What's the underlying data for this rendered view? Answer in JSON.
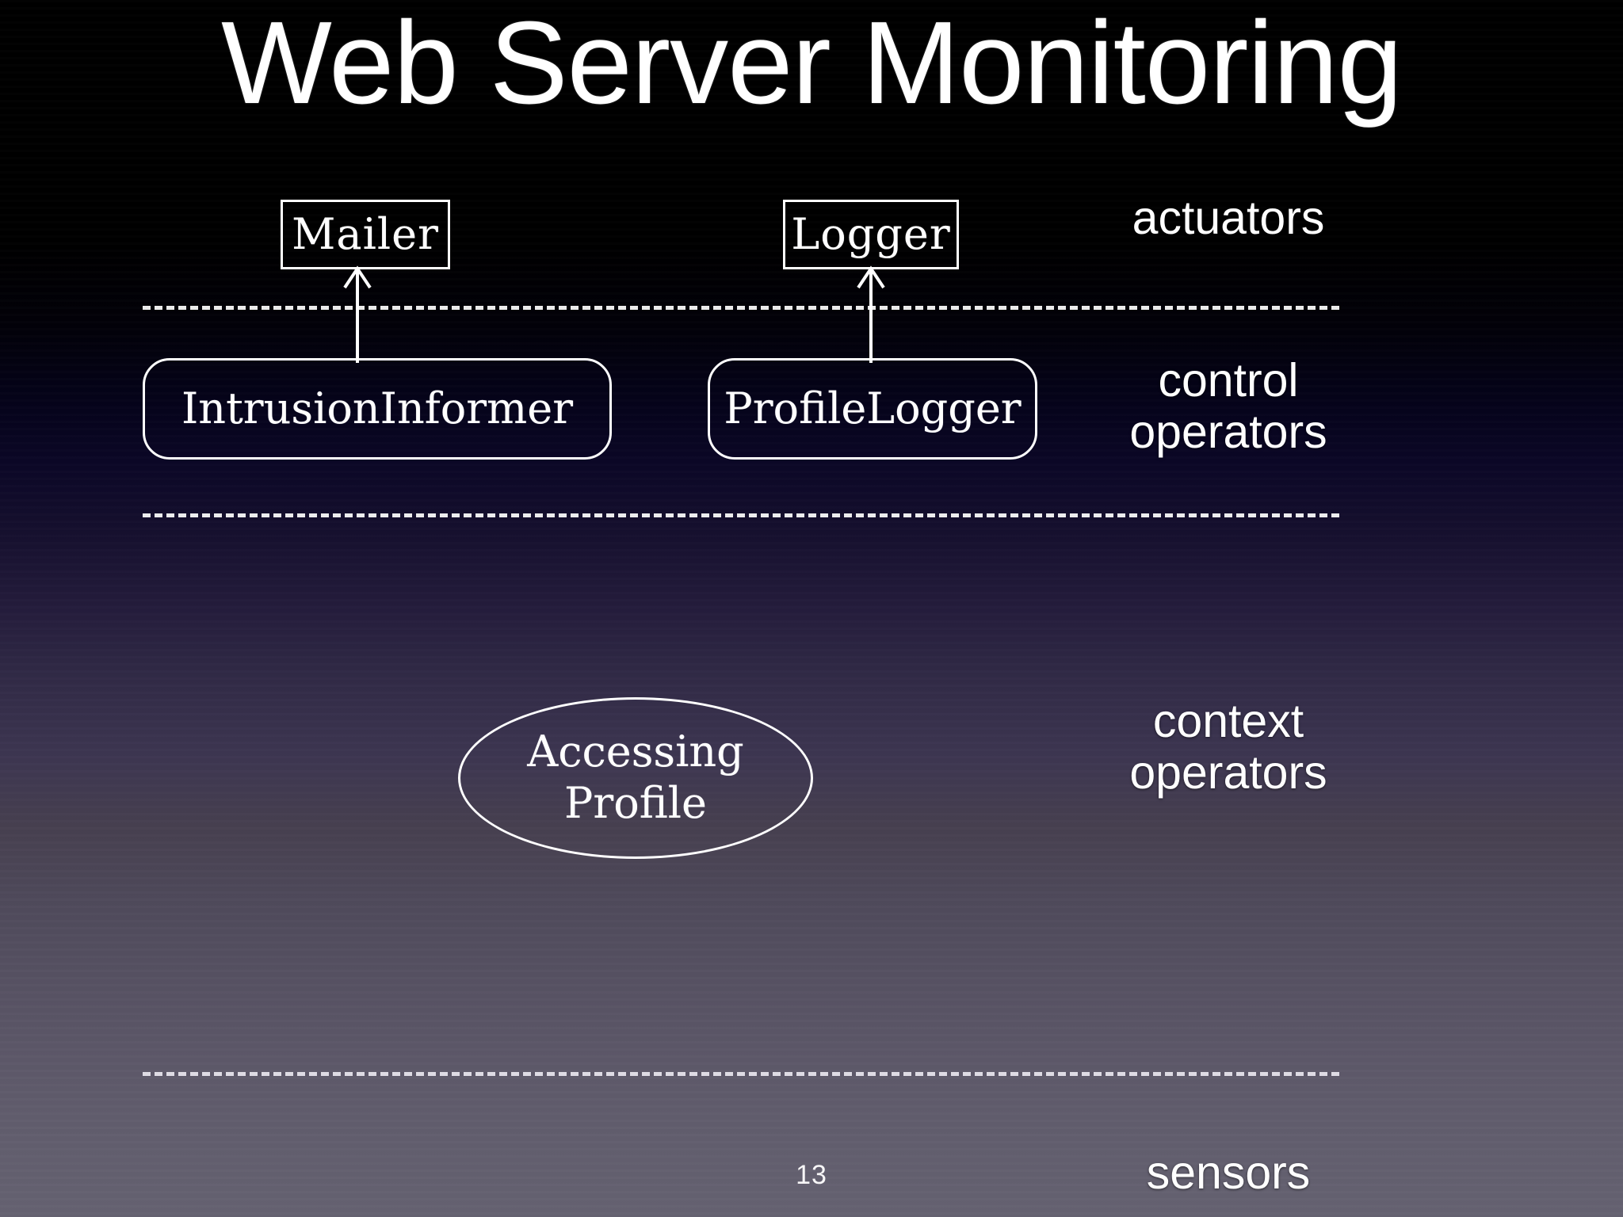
{
  "slide": {
    "title": "Web Server Monitoring",
    "page_number": "13",
    "background": {
      "top_color": "#000000",
      "mid_color": "#241c3c",
      "bottom_color": "#656271"
    },
    "stroke_color": "#ffffff"
  },
  "bands": {
    "actuators": {
      "label": "actuators"
    },
    "control_operators": {
      "label": "control\noperators"
    },
    "context_operators": {
      "label": "context\noperators"
    },
    "sensors": {
      "label": "sensors"
    }
  },
  "nodes": {
    "actuators": [
      {
        "id": "mailer",
        "label": "Mailer",
        "shape": "rectangle"
      },
      {
        "id": "logger",
        "label": "Logger",
        "shape": "rectangle"
      }
    ],
    "control_operators": [
      {
        "id": "intrusion-informer",
        "label": "IntrusionInformer",
        "shape": "rounded-rectangle"
      },
      {
        "id": "profile-logger",
        "label": "ProfileLogger",
        "shape": "rounded-rectangle"
      }
    ],
    "context_operators": [
      {
        "id": "accessing-profile",
        "label_line1": "Accessing",
        "label_line2": "Profile",
        "shape": "ellipse"
      }
    ]
  },
  "edges": [
    {
      "id": "intrusion-informer-to-mailer",
      "from": "intrusion-informer",
      "to": "mailer",
      "style": "arrow-up"
    },
    {
      "id": "profile-logger-to-logger",
      "from": "profile-logger",
      "to": "logger",
      "style": "arrow-up"
    }
  ],
  "dividers": [
    {
      "id": "divider-actuators",
      "style": "dashed"
    },
    {
      "id": "divider-control",
      "style": "dashed"
    },
    {
      "id": "divider-sensors",
      "style": "dashed"
    }
  ]
}
